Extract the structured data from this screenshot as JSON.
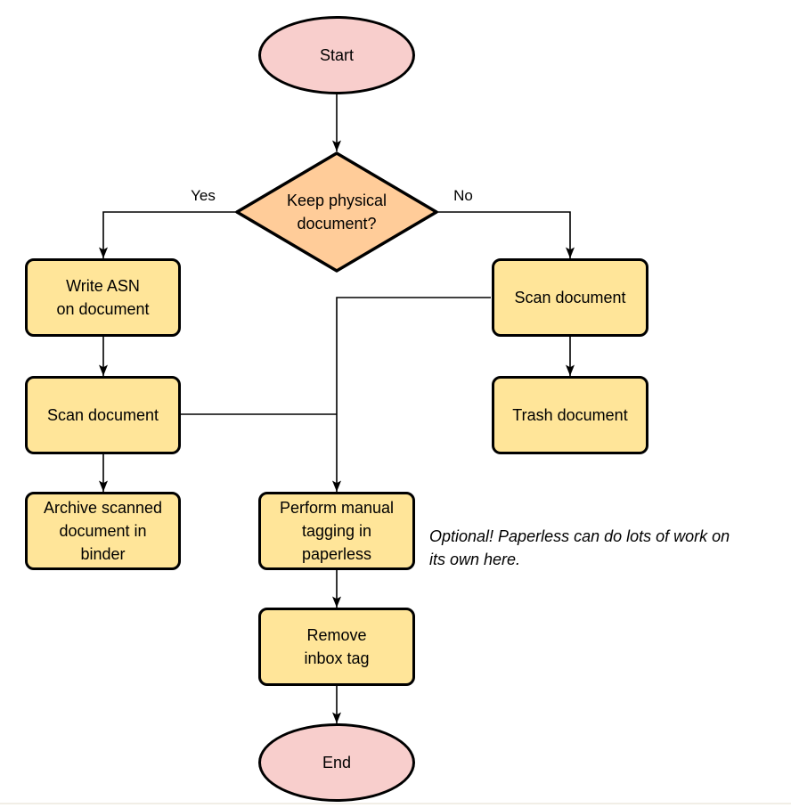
{
  "colors": {
    "background": "#ffffff",
    "terminal_fill": "#f8cecc",
    "decision_fill": "#ffcc99",
    "process_fill": "#ffe599",
    "stroke": "#000000",
    "text": "#000000"
  },
  "nodes": {
    "start": {
      "label": "Start",
      "type": "terminal"
    },
    "decision": {
      "label": "Keep physical\ndocument?",
      "type": "decision"
    },
    "write_asn": {
      "label": "Write ASN\non document",
      "type": "process"
    },
    "scan_left": {
      "label": "Scan document",
      "type": "process"
    },
    "archive": {
      "label": "Archive scanned\ndocument in\nbinder",
      "type": "process"
    },
    "scan_right": {
      "label": "Scan document",
      "type": "process"
    },
    "trash": {
      "label": "Trash document",
      "type": "process"
    },
    "tagging": {
      "label": "Perform manual\ntagging in\npaperless",
      "type": "process"
    },
    "remove_inbox": {
      "label": "Remove\ninbox tag",
      "type": "process"
    },
    "end": {
      "label": "End",
      "type": "terminal"
    }
  },
  "edge_labels": {
    "yes": "Yes",
    "no": "No"
  },
  "note": {
    "text": "Optional! Paperless can do lots of work on\nits own here."
  }
}
